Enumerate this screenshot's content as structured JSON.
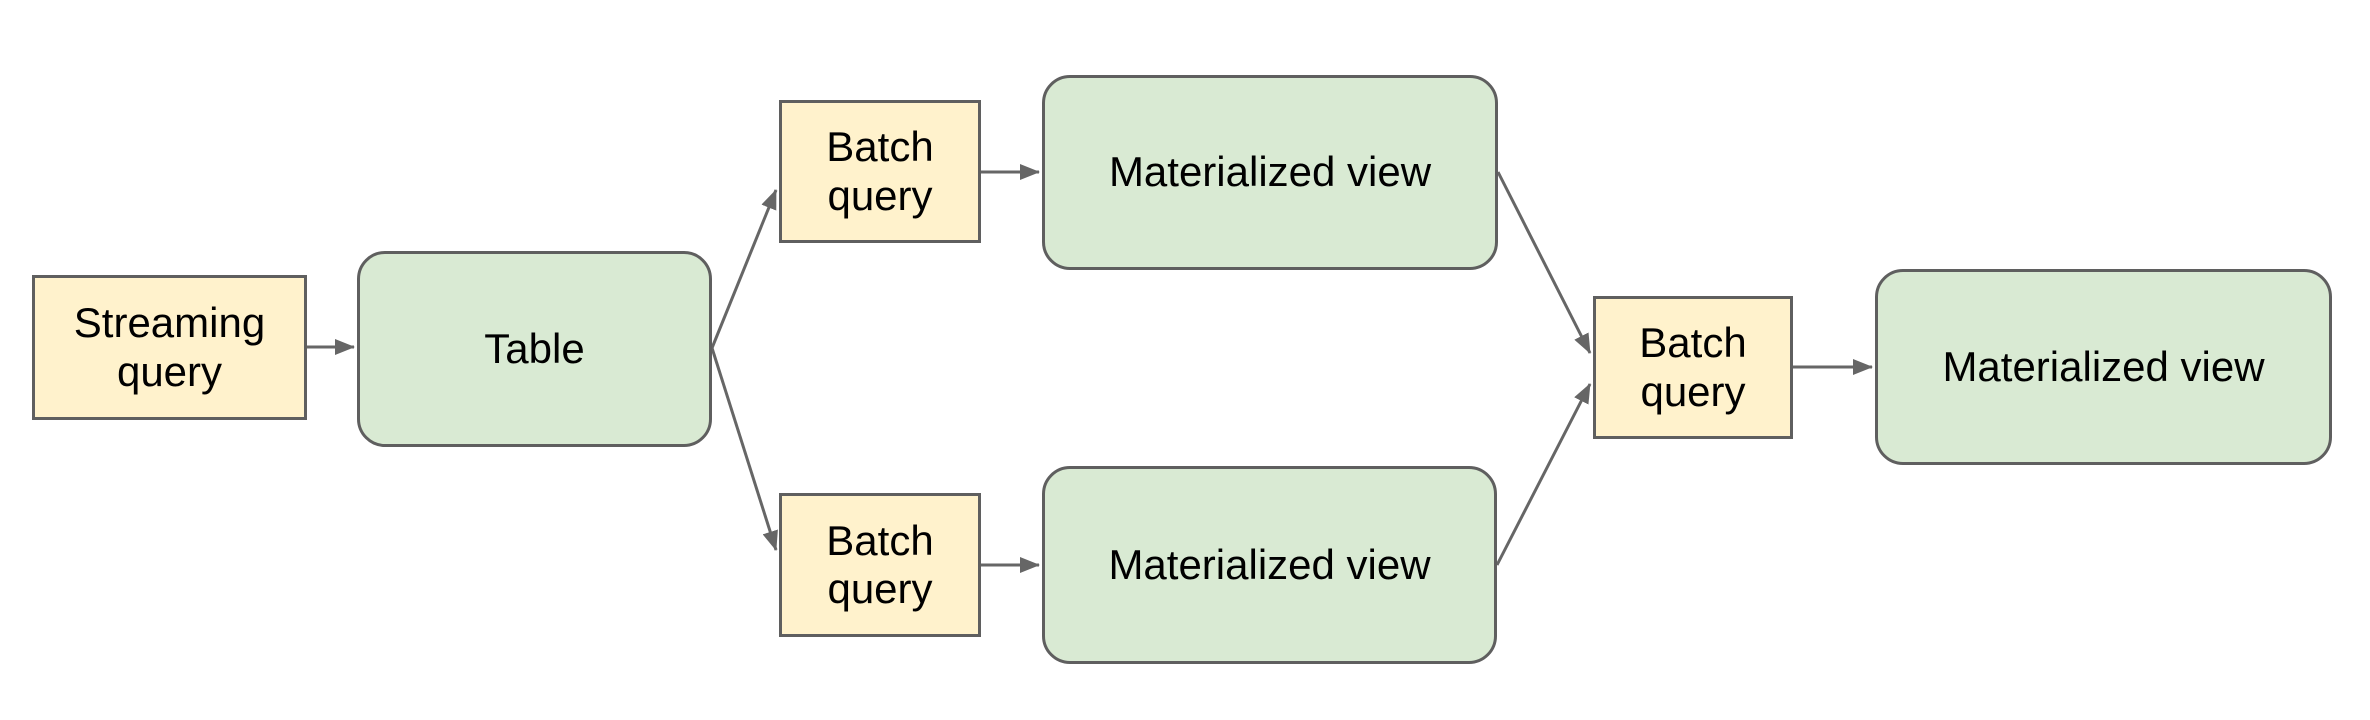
{
  "diagram": {
    "type": "flowchart",
    "background": "#ffffff",
    "colors": {
      "query_node_fill": "#fff2cc",
      "store_node_fill": "#d9ead3",
      "node_border": "#5f5f5f",
      "connector": "#666666",
      "text": "#000000"
    },
    "nodes": [
      {
        "id": "streaming-query",
        "label": "Streaming query",
        "kind": "query"
      },
      {
        "id": "table",
        "label": "Table",
        "kind": "store"
      },
      {
        "id": "batch-query-top",
        "label": "Batch query",
        "kind": "query"
      },
      {
        "id": "materialized-view-top",
        "label": "Materialized view",
        "kind": "store"
      },
      {
        "id": "batch-query-bottom",
        "label": "Batch query",
        "kind": "query"
      },
      {
        "id": "materialized-view-bottom",
        "label": "Materialized view",
        "kind": "store"
      },
      {
        "id": "batch-query-right",
        "label": "Batch query",
        "kind": "query"
      },
      {
        "id": "materialized-view-right",
        "label": "Materialized view",
        "kind": "store"
      }
    ],
    "edges": [
      {
        "from": "streaming-query",
        "to": "table"
      },
      {
        "from": "table",
        "to": "batch-query-top"
      },
      {
        "from": "table",
        "to": "batch-query-bottom"
      },
      {
        "from": "batch-query-top",
        "to": "materialized-view-top"
      },
      {
        "from": "batch-query-bottom",
        "to": "materialized-view-bottom"
      },
      {
        "from": "materialized-view-top",
        "to": "batch-query-right"
      },
      {
        "from": "materialized-view-bottom",
        "to": "batch-query-right"
      },
      {
        "from": "batch-query-right",
        "to": "materialized-view-right"
      }
    ]
  }
}
